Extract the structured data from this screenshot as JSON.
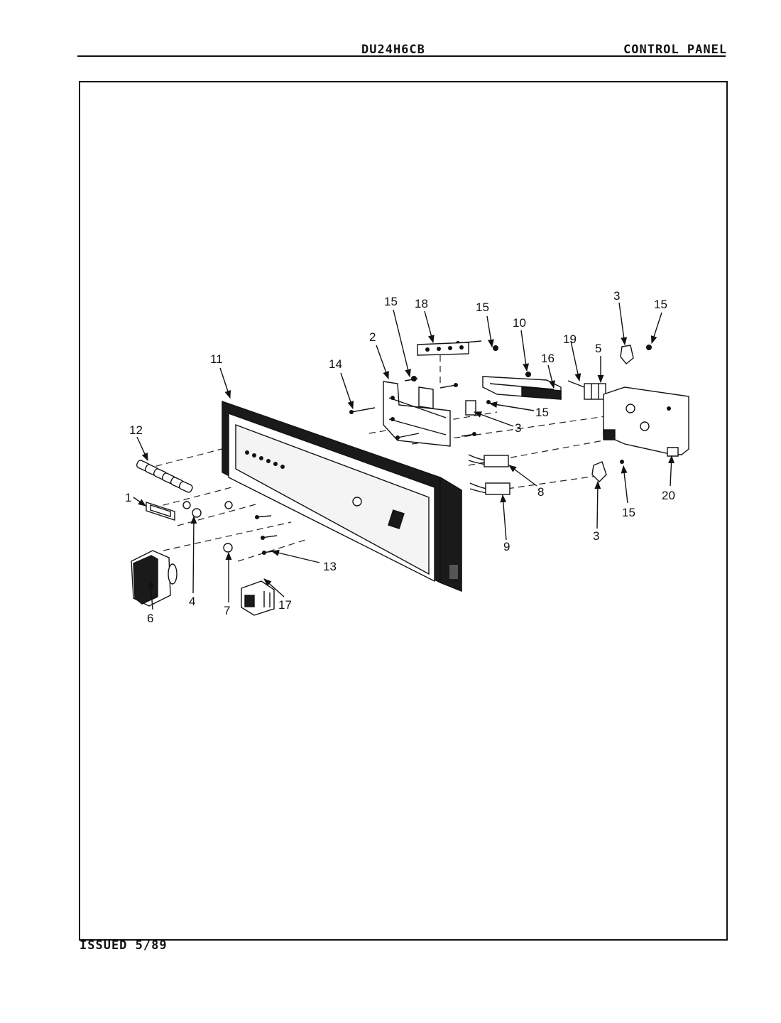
{
  "header": {
    "model": "DU24H6CB",
    "section": "CONTROL PANEL"
  },
  "footer": {
    "issued": "ISSUED 5/89"
  },
  "callouts": {
    "c1": "1",
    "c2": "2",
    "c3a": "3",
    "c3b": "3",
    "c3c": "3",
    "c4": "4",
    "c5": "5",
    "c6": "6",
    "c7": "7",
    "c8": "8",
    "c9": "9",
    "c10": "10",
    "c11": "11",
    "c12": "12",
    "c13": "13",
    "c14": "14",
    "c15a": "15",
    "c15b": "15",
    "c15c": "15",
    "c15d": "15",
    "c15e": "15",
    "c16": "16",
    "c17": "17",
    "c18": "18",
    "c19": "19",
    "c20": "20"
  }
}
